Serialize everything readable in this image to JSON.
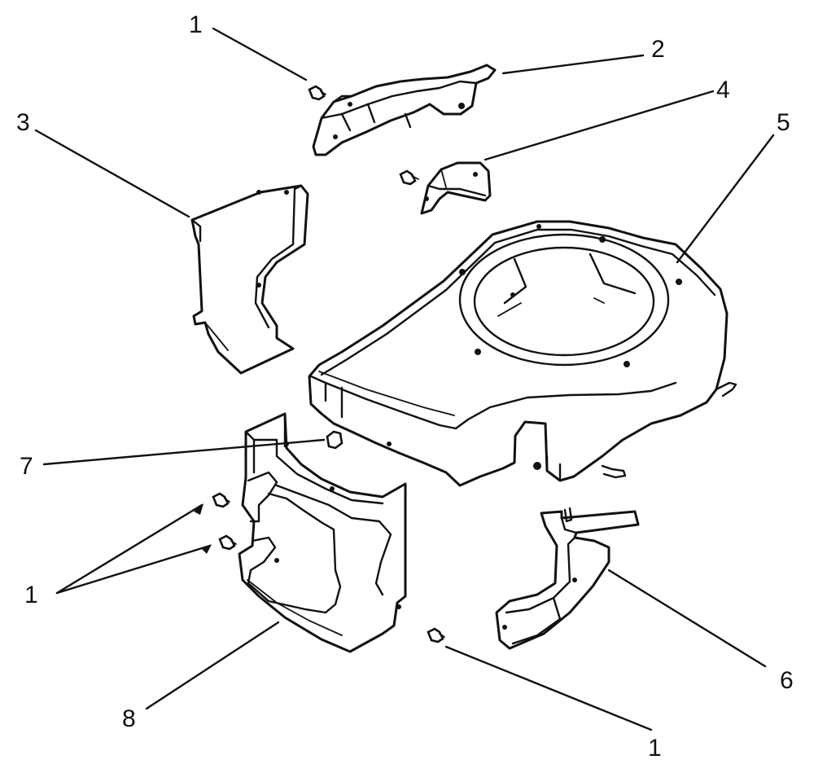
{
  "callouts": [
    {
      "id": "c1a",
      "label": "1"
    },
    {
      "id": "c2",
      "label": "2"
    },
    {
      "id": "c3",
      "label": "3"
    },
    {
      "id": "c4",
      "label": "4"
    },
    {
      "id": "c5",
      "label": "5"
    },
    {
      "id": "c6",
      "label": "6"
    },
    {
      "id": "c7",
      "label": "7"
    },
    {
      "id": "c1b",
      "label": "1"
    },
    {
      "id": "c8",
      "label": "8"
    },
    {
      "id": "c1c",
      "label": "1"
    }
  ]
}
